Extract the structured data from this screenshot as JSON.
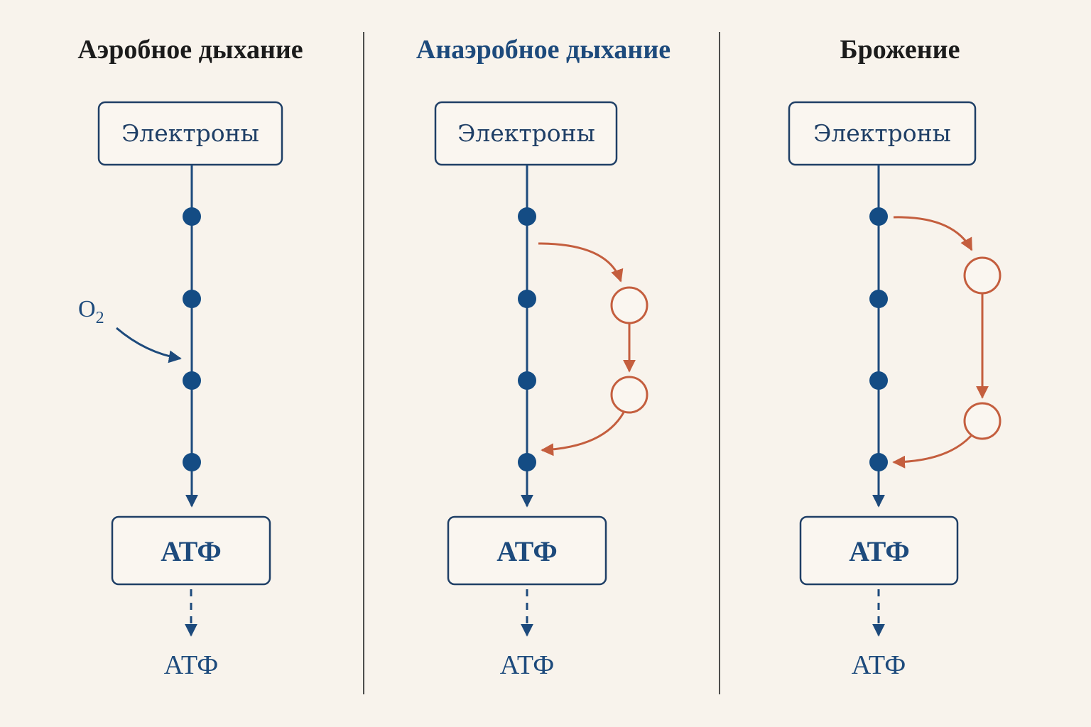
{
  "colors": {
    "background": "#f8f3ec",
    "main_chain": "#1d4a7c",
    "node": "#144c84",
    "alternative_path": "#c45e3e",
    "title_dark": "#1b1b1b",
    "title_blue": "#1d4a7c"
  },
  "panels": [
    {
      "title": "Аэробное дыхание",
      "title_color": "#1b1b1b",
      "top_box": "Электроны",
      "bottom_box": "АТФ",
      "output": "АТФ",
      "acceptor": {
        "main": "O",
        "sub": "2"
      }
    },
    {
      "title": "Анаэробное дыхание",
      "title_color": "#1d4a7c",
      "top_box": "Электроны",
      "bottom_box": "АТФ",
      "output": "АТФ"
    },
    {
      "title": "Брожение",
      "title_color": "#1b1b1b",
      "top_box": "Электроны",
      "bottom_box": "АТФ",
      "output": "АТФ"
    }
  ]
}
